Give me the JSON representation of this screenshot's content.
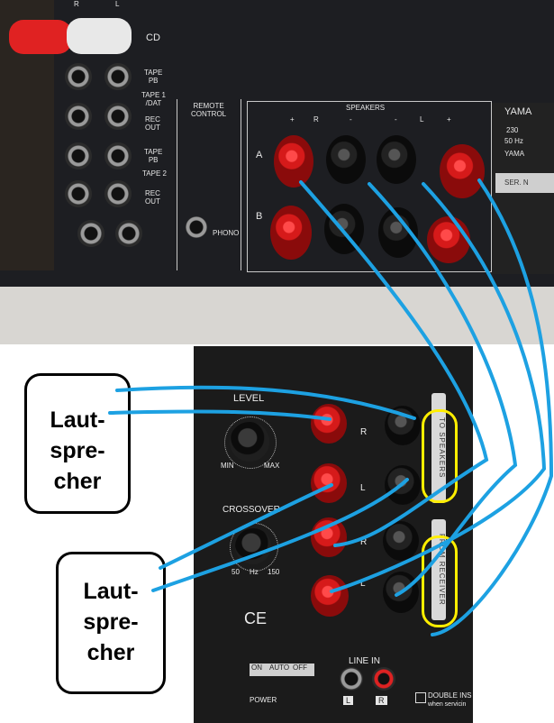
{
  "receiver": {
    "channel_marks": [
      "R",
      "L"
    ],
    "input_labels": [
      "CD",
      "TAPE\nPB",
      "TAPE 1\n/DAT",
      "REC\nOUT",
      "TAPE\nPB",
      "TAPE 2",
      "REC\nOUT",
      "PHONO"
    ],
    "remote_control_label": "REMOTE\nCONTROL",
    "speakers_label": "SPEAKERS",
    "speaker_rows": [
      "A",
      "B"
    ],
    "polarity_marks": [
      "+",
      "R",
      "-",
      "-",
      "L",
      "+"
    ],
    "badge_text": [
      "YAMA",
      "230",
      "50 Hz",
      "YAMA",
      "SER. N"
    ]
  },
  "subwoofer": {
    "level_label": "LEVEL",
    "level_scale": [
      "MIN",
      "MAX"
    ],
    "crossover_label": "CROSSOVER",
    "crossover_scale": [
      "50",
      "Hz",
      "150"
    ],
    "channel_marks": [
      "R",
      "L",
      "R",
      "L"
    ],
    "to_speakers_strip": "TO SPEAKERS",
    "from_receiver_strip": "FROM RECEIVER",
    "ce_mark": "CE",
    "line_in_label": "LINE IN",
    "line_in_channels": [
      "L",
      "R"
    ],
    "power_switch": [
      "ON",
      "AUTO",
      "OFF"
    ],
    "power_label": "POWER",
    "double_insulation": "DOUBLE INS",
    "servicing_note": "when servicin"
  },
  "callouts": [
    {
      "text": "Laut-\nspre-\ncher"
    },
    {
      "text": "Laut-\nspre-\ncher"
    }
  ],
  "colors": {
    "annotation_line": "#1da1e2",
    "highlight_ring": "#ffee00",
    "terminal_red": "#d61a1a",
    "callout_border": "#000000"
  }
}
